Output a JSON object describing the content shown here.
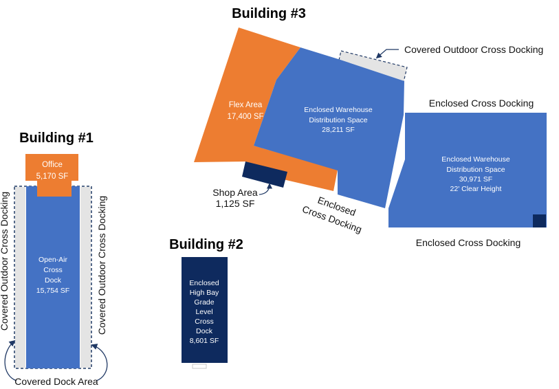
{
  "colors": {
    "orange": "#ED7D31",
    "blue": "#4472C4",
    "navy": "#0E2A5E",
    "gray": "#E4E4E4",
    "dash": "#1F3864"
  },
  "building1": {
    "title": "Building #1",
    "office_line1": "Office",
    "office_line2": "5,170 SF",
    "dock_line1": "Open-Air",
    "dock_line2": "Cross",
    "dock_line3": "Dock",
    "dock_line4": "15,754 SF",
    "left_label": "Covered Outdoor Cross Docking",
    "right_label": "Covered Outdoor Cross Docking",
    "bottom_label": "Covered Dock Area"
  },
  "building2": {
    "title": "Building #2",
    "line1": "Enclosed",
    "line2": "High Bay",
    "line3": "Grade",
    "line4": "Level",
    "line5": "Cross",
    "line6": "Dock",
    "line7": "8,601 SF"
  },
  "building3": {
    "title": "Building #3",
    "flex_line1": "Flex Area",
    "flex_line2": "17,400 SF",
    "wh1_line1": "Enclosed Warehouse",
    "wh1_line2": "Distribution Space",
    "wh1_line3": "28,211 SF",
    "wh2_line1": "Enclosed Warehouse",
    "wh2_line2": "Distribution Space",
    "wh2_line3": "30,971 SF",
    "wh2_line4": "22' Clear Height",
    "covered_outdoor_label": "Covered Outdoor Cross Docking",
    "enclosed_top_label": "Enclosed Cross Docking",
    "enclosed_bottom_label": "Enclosed Cross Docking",
    "enclosed_diag_line1": "Enclosed",
    "enclosed_diag_line2": "Cross Docking",
    "shop_line1": "Shop Area",
    "shop_line2": "1,125 SF"
  }
}
